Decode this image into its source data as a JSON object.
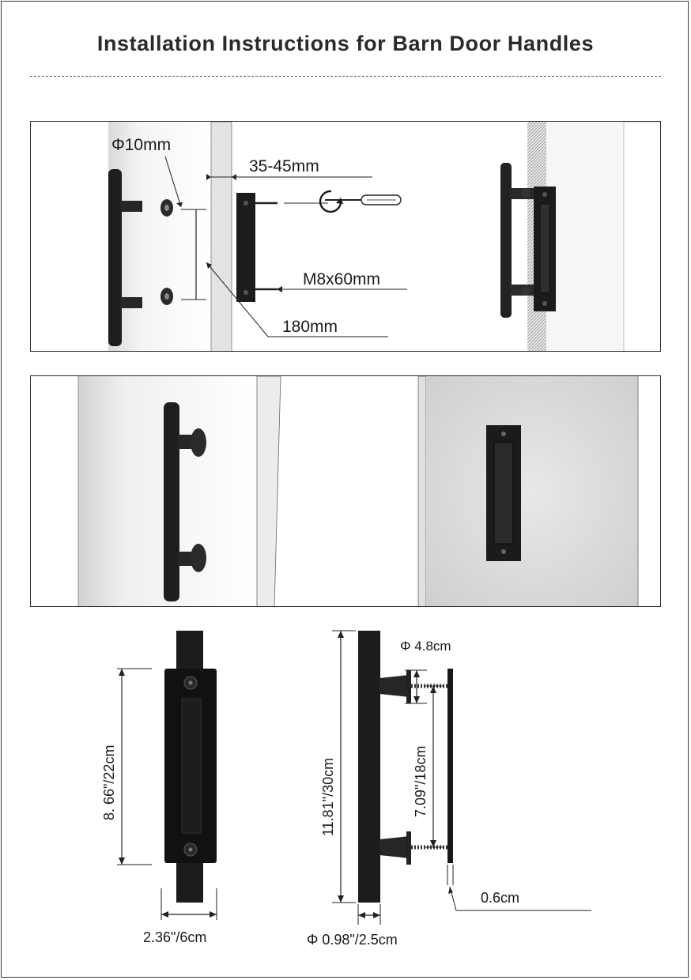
{
  "title": "Installation Instructions for Barn Door Handles",
  "step1": {
    "hole_diameter": "Φ10mm",
    "door_thickness": "35-45mm",
    "bolt_size": "M8x60mm",
    "hole_spacing": "180mm"
  },
  "dimensions": {
    "plate_height": "8. 66\"/22cm",
    "plate_width": "2.36\"/6cm",
    "handle_length": "11.81\"/30cm",
    "standoff_diameter": "Φ 4.8cm",
    "bolt_spacing": "7.09\"/18cm",
    "plate_thickness": "0.6cm",
    "bar_diameter": "Φ 0.98\"/2.5cm"
  }
}
